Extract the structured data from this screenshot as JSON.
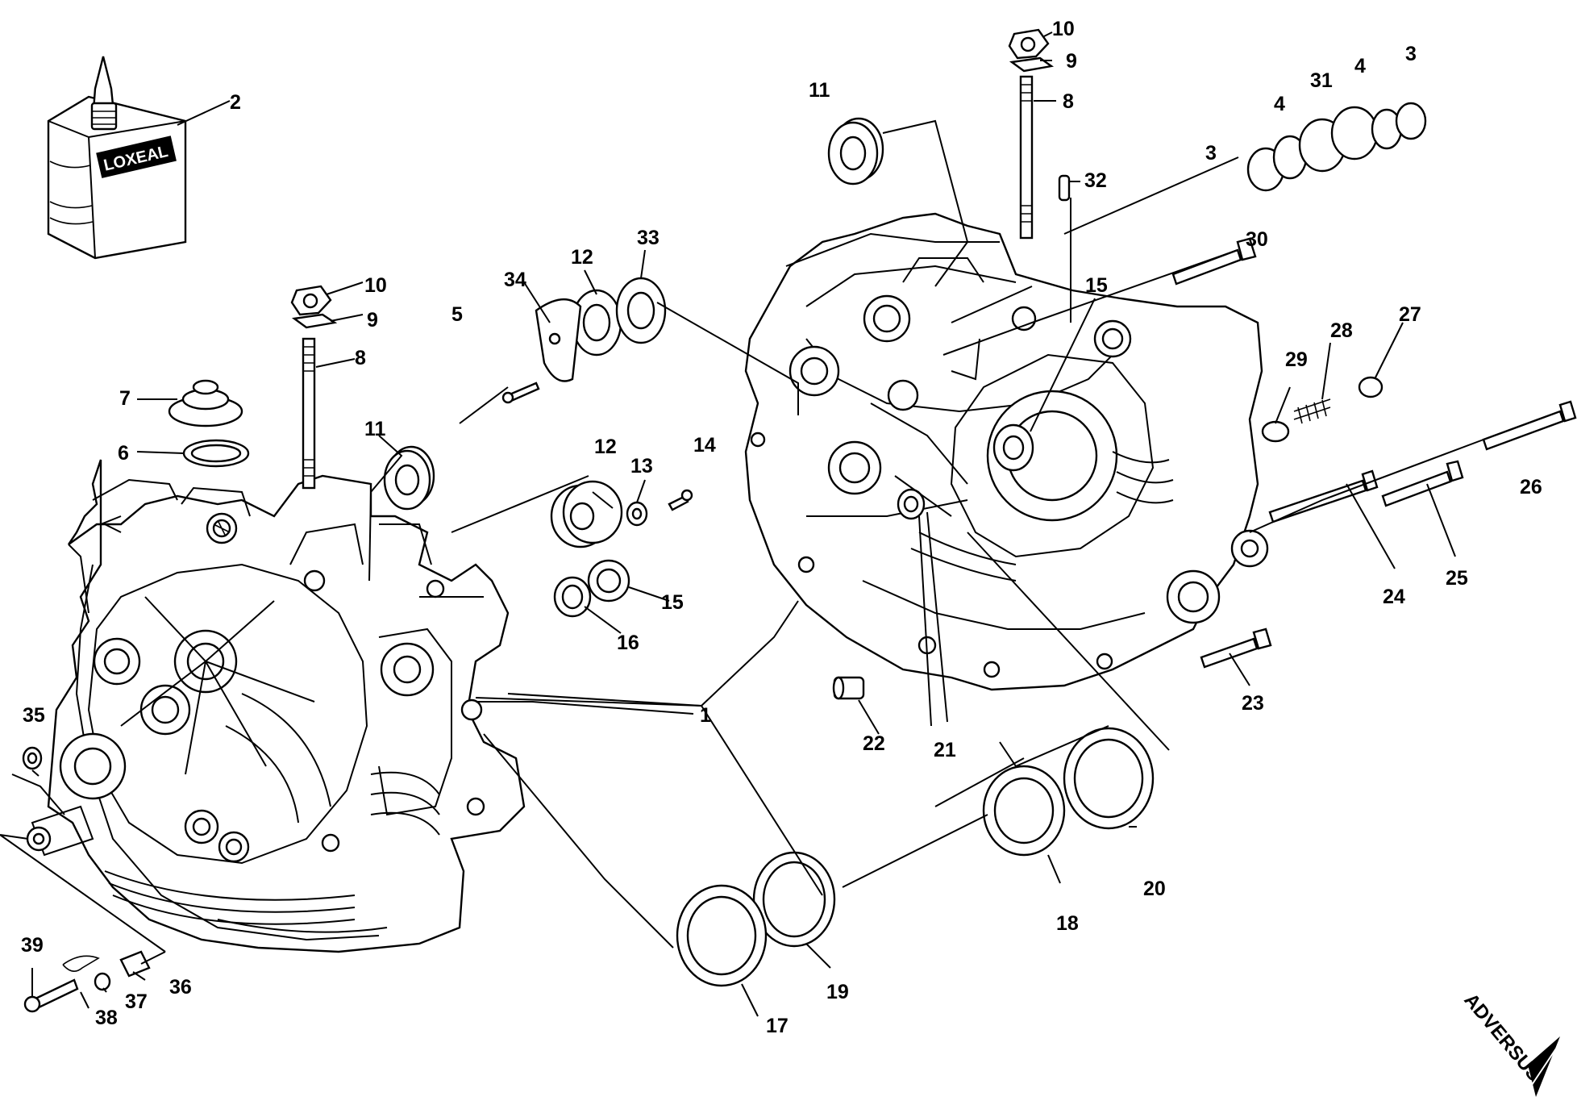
{
  "sealant_brand": "LOXEAL",
  "watermark": "ADVERSUS",
  "callouts": [
    {
      "id": "c1",
      "text": "1"
    },
    {
      "id": "c2",
      "text": "2"
    },
    {
      "id": "c3a",
      "text": "3"
    },
    {
      "id": "c3b",
      "text": "3"
    },
    {
      "id": "c4a",
      "text": "4"
    },
    {
      "id": "c4b",
      "text": "4"
    },
    {
      "id": "c5",
      "text": "5"
    },
    {
      "id": "c6",
      "text": "6"
    },
    {
      "id": "c7",
      "text": "7"
    },
    {
      "id": "c8a",
      "text": "8"
    },
    {
      "id": "c8b",
      "text": "8"
    },
    {
      "id": "c9a",
      "text": "9"
    },
    {
      "id": "c9b",
      "text": "9"
    },
    {
      "id": "c10a",
      "text": "10"
    },
    {
      "id": "c10b",
      "text": "10"
    },
    {
      "id": "c11a",
      "text": "11"
    },
    {
      "id": "c11b",
      "text": "11"
    },
    {
      "id": "c12a",
      "text": "12"
    },
    {
      "id": "c12b",
      "text": "12"
    },
    {
      "id": "c13",
      "text": "13"
    },
    {
      "id": "c14",
      "text": "14"
    },
    {
      "id": "c15a",
      "text": "15"
    },
    {
      "id": "c15b",
      "text": "15"
    },
    {
      "id": "c16",
      "text": "16"
    },
    {
      "id": "c17",
      "text": "17"
    },
    {
      "id": "c18",
      "text": "18"
    },
    {
      "id": "c19",
      "text": "19"
    },
    {
      "id": "c20",
      "text": "20"
    },
    {
      "id": "c21",
      "text": "21"
    },
    {
      "id": "c22",
      "text": "22"
    },
    {
      "id": "c23",
      "text": "23"
    },
    {
      "id": "c24",
      "text": "24"
    },
    {
      "id": "c25",
      "text": "25"
    },
    {
      "id": "c26",
      "text": "26"
    },
    {
      "id": "c27",
      "text": "27"
    },
    {
      "id": "c28",
      "text": "28"
    },
    {
      "id": "c29",
      "text": "29"
    },
    {
      "id": "c30",
      "text": "30"
    },
    {
      "id": "c31",
      "text": "31"
    },
    {
      "id": "c32",
      "text": "32"
    },
    {
      "id": "c33",
      "text": "33"
    },
    {
      "id": "c34",
      "text": "34"
    },
    {
      "id": "c35",
      "text": "35"
    },
    {
      "id": "c36",
      "text": "36"
    },
    {
      "id": "c37",
      "text": "37"
    },
    {
      "id": "c38",
      "text": "38"
    },
    {
      "id": "c39",
      "text": "39"
    }
  ]
}
